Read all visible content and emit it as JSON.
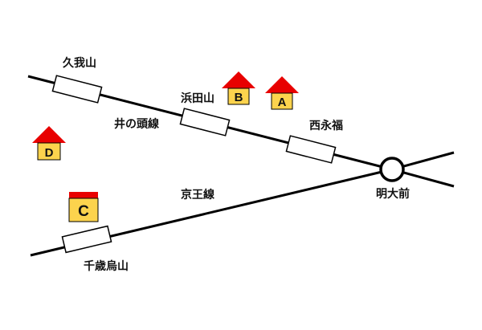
{
  "lines": {
    "inokashira": "井の頭線",
    "keio": "京王線"
  },
  "stations": {
    "kugayama": "久我山",
    "hamadayama": "浜田山",
    "nishieifuku": "西永福",
    "meidaimae": "明大前",
    "chitosekarasuyama": "千歳烏山"
  },
  "markers": {
    "a": "A",
    "b": "B",
    "c": "C",
    "d": "D"
  },
  "colors": {
    "roof": "#e80000",
    "house": "#fcd34d",
    "line": "#000000"
  }
}
